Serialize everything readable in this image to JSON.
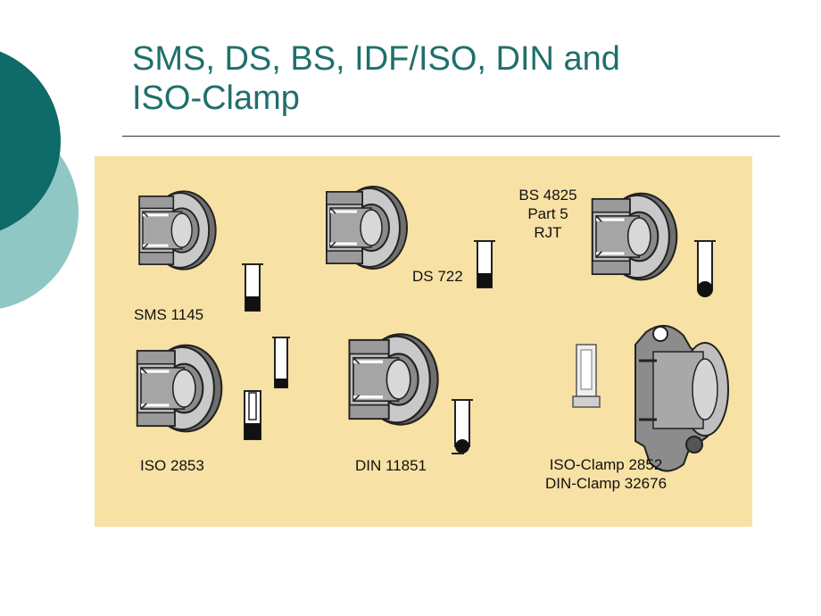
{
  "slide": {
    "title_line1": "SMS, DS, BS, IDF/ISO, DIN and",
    "title_line2": "ISO-Clamp"
  },
  "colors": {
    "accent_dark": "#0e6b67",
    "accent_light": "#8fc7c4",
    "panel": "#f8e1a4",
    "title": "#1f6f6b"
  },
  "figure": {
    "labels": {
      "sms": "SMS 1145",
      "ds": "DS 722",
      "bs_line1": "BS 4825",
      "bs_line2": "Part 5",
      "bs_line3": "RJT",
      "iso": "ISO 2853",
      "din": "DIN 11851",
      "clamp_line1": "ISO-Clamp 2852",
      "clamp_line2": "DIN-Clamp 32676"
    }
  }
}
